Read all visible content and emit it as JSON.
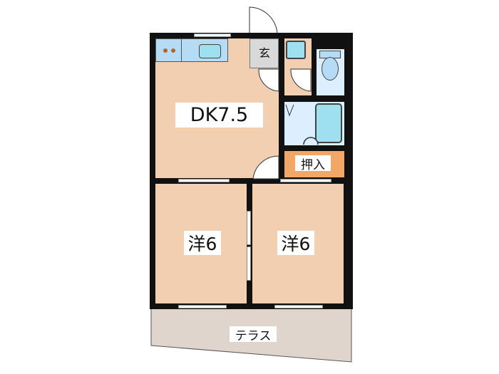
{
  "floorplan": {
    "rooms": {
      "dk": {
        "label": "DK7.5",
        "color": "#f2cfb0"
      },
      "entrance": {
        "label": "玄",
        "color": "#d9d9d9"
      },
      "room_left": {
        "label": "洋6",
        "color": "#f2cfb0"
      },
      "room_right": {
        "label": "洋6",
        "color": "#f2cfb0"
      },
      "closet": {
        "label": "押入",
        "color": "#f2a766"
      },
      "terrace": {
        "label": "テラス",
        "color": "#e0d5cc"
      },
      "bathroom": {
        "color": "#dcefff"
      },
      "toilet": {
        "color": "#dcefff"
      }
    },
    "colors": {
      "wall": "#111111",
      "fixture": "#9fe0f0",
      "kitchen_counter": "#b6dcf5"
    }
  }
}
